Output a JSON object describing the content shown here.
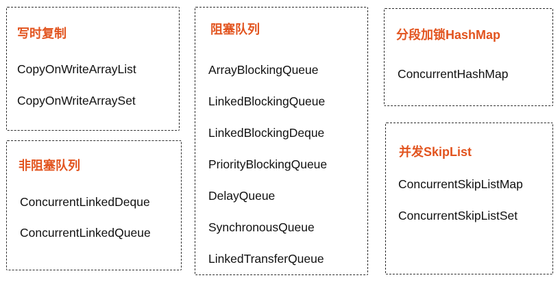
{
  "groups": {
    "copy_on_write": {
      "title": "写时复制",
      "items": [
        "CopyOnWriteArrayList",
        "CopyOnWriteArraySet"
      ]
    },
    "non_blocking_queue": {
      "title": "非阻塞队列",
      "items": [
        "ConcurrentLinkedDeque",
        "ConcurrentLinkedQueue"
      ]
    },
    "blocking_queue": {
      "title": "阻塞队列",
      "items": [
        "ArrayBlockingQueue",
        "LinkedBlockingQueue",
        "LinkedBlockingDeque",
        "PriorityBlockingQueue",
        "DelayQueue",
        "SynchronousQueue",
        "LinkedTransferQueue"
      ]
    },
    "segment_lock": {
      "title": "分段加锁HashMap",
      "items": [
        "ConcurrentHashMap"
      ]
    },
    "skip_list": {
      "title": "并发SkipList",
      "items": [
        "ConcurrentSkipListMap",
        "ConcurrentSkipListSet"
      ]
    }
  },
  "colors": {
    "title": "#e2541f",
    "text": "#111111",
    "border": "#2b2b2b"
  }
}
